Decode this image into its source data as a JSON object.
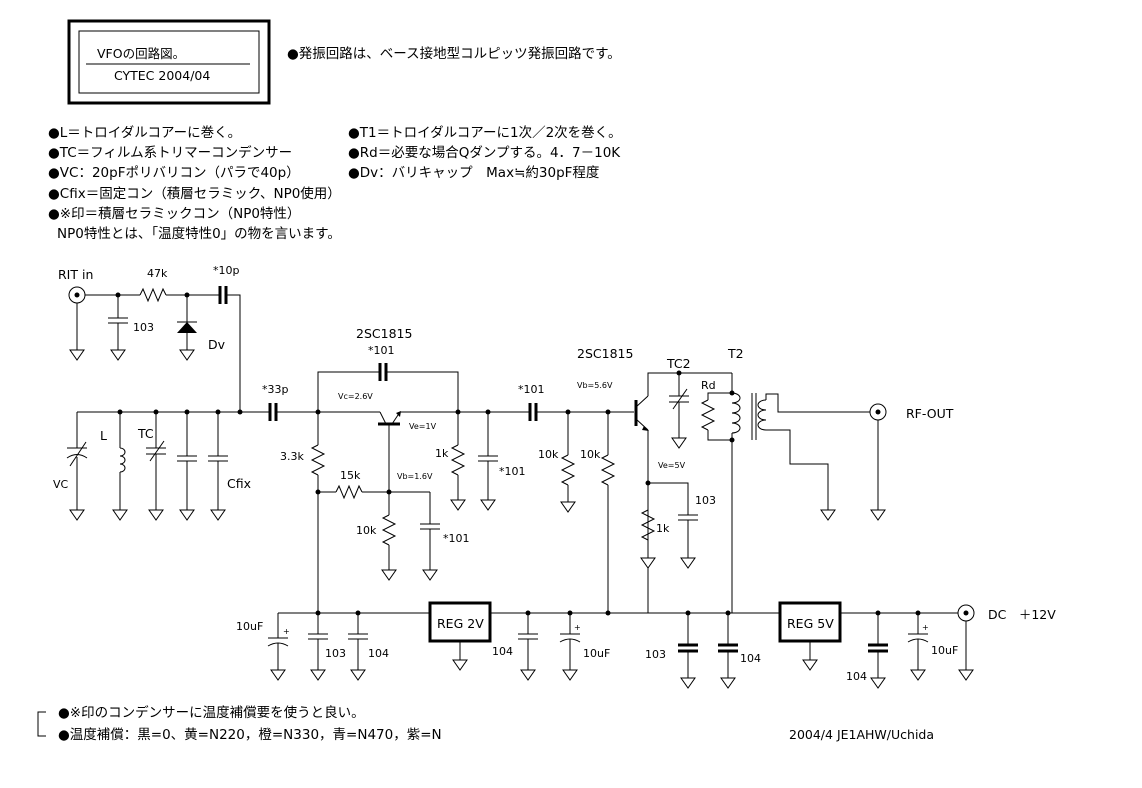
{
  "title_box": {
    "line1": "VFOの回路図。",
    "line2": "CYTEC 2004/04"
  },
  "intro": "●発振回路は、ベース接地型コルピッツ発振回路です。",
  "notes_left": [
    "●L＝トロイダルコアーに巻く。",
    "●TC＝フィルム系トリマーコンデンサー",
    "●VC：20pFポリバリコン（パラで40p）",
    "●Cfix＝固定コン（積層セラミック、NP0使用）",
    "●※印＝積層セラミックコン（NP0特性）",
    "NP0特性とは、「温度特性0」の物を言います。"
  ],
  "notes_right": [
    "●T1＝トロイダルコアーに1次／2次を巻く。",
    "●Rd＝必要な場合Qダンプする。4．7－10K",
    "●Dv：バリキャップ　Max≒約30pF程度"
  ],
  "footer": {
    "line1": "●※印のコンデンサーに温度補償要を使うと良い。",
    "line2": "●温度補償：黒=0、黄=N220，橙=N330，青=N470，紫=N",
    "credit": "2004/4 JE1AHW/Uchida"
  },
  "labels": {
    "rit_in": "RIT in",
    "r47k": "47k",
    "c10p": "*10p",
    "c103_rit": "103",
    "dv": "Dv",
    "c33p": "*33p",
    "vc": "VC",
    "l": "L",
    "tc": "TC",
    "cfix": "Cfix",
    "q1": "2SC1815",
    "c101_top": "*101",
    "vc_q1": "Vc=2.6V",
    "ve_q1": "Ve=1V",
    "vb_q1": "Vb=1.6V",
    "r3k3": "3.3k",
    "r15k": "15k",
    "r10k_a": "10k",
    "c101_b": "*101",
    "r1k_a": "1k",
    "c101_c": "*101",
    "c101_coup": "*101",
    "vb_q2": "Vb=5.6V",
    "q2": "2SC1815",
    "r10k_b": "10k",
    "r10k_c": "10k",
    "ve_q2": "Ve=5V",
    "c103_b": "103",
    "r1k_b": "1k",
    "tc2": "TC2",
    "t2": "T2",
    "rd": "Rd",
    "rf_out": "RF-OUT",
    "c10uf_a": "10uF",
    "c103_c": "103",
    "c104_a": "104",
    "reg2v": "REG 2V",
    "c104_b": "104",
    "c10uf_b": "10uF",
    "c103_d": "103",
    "c104_c": "104",
    "reg5v": "REG 5V",
    "c104_d": "104",
    "c10uf_c": "10uF",
    "dc12": "DC　＋12V"
  }
}
